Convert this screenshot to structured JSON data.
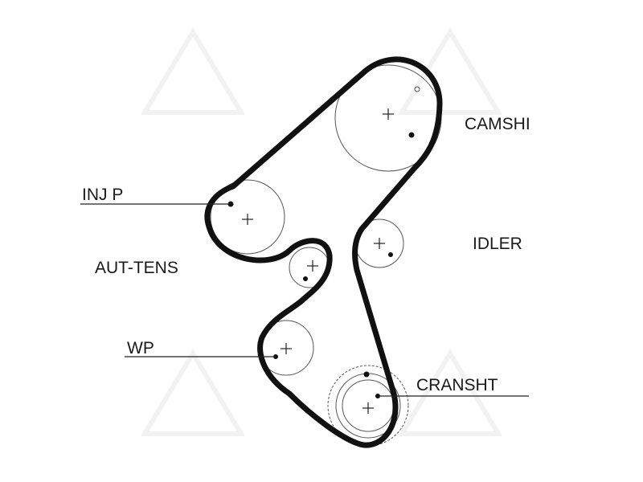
{
  "labels": {
    "camshaft": "CAMSHI",
    "injection_pump": "INJ P",
    "idler": "IDLER",
    "auto_tensioner": "AUT-TENS",
    "water_pump": "WP",
    "crankshaft": "CRANSHT"
  }
}
